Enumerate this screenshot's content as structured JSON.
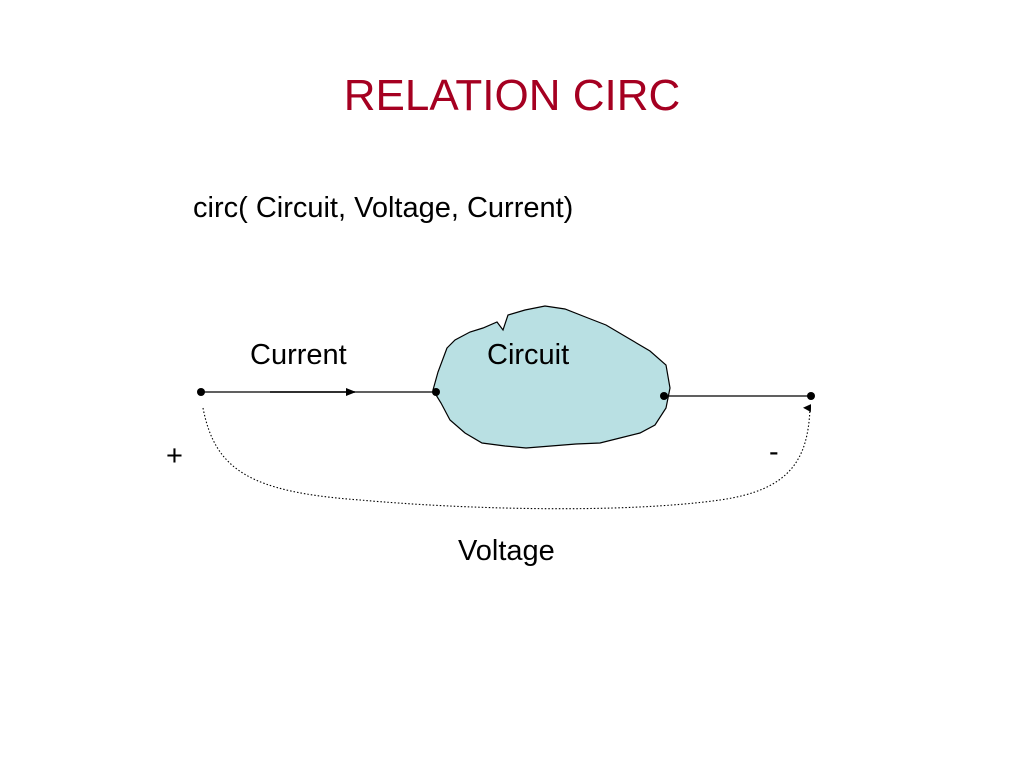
{
  "slide": {
    "title": "RELATION  CIRC",
    "signature": "circ( Circuit, Voltage, Current)",
    "title_color": "#a50021"
  },
  "diagram": {
    "current_label": "Current",
    "circuit_label": "Circuit",
    "voltage_label": "Voltage",
    "plus_label": "+",
    "minus_label": "-",
    "circuit_fill": "#b9e0e3"
  }
}
